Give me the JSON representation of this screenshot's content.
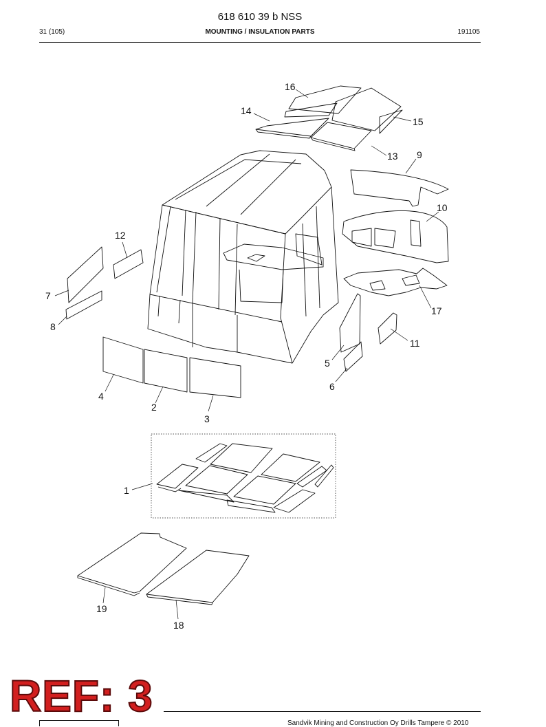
{
  "header": {
    "doc_title": "618 610 39 b NSS",
    "page": "31 (105)",
    "section": "MOUNTING / INSULATION PARTS",
    "code": "191105"
  },
  "stamp": {
    "text": "REF: 3"
  },
  "footer": {
    "copyright": "Sandvik Mining and Construction Oy Drills Tampere © 2010"
  },
  "callouts": {
    "c1": "1",
    "c2": "2",
    "c3": "3",
    "c4": "4",
    "c5": "5",
    "c6": "6",
    "c7": "7",
    "c8": "8",
    "c9": "9",
    "c10": "10",
    "c11": "11",
    "c12": "12",
    "c13": "13",
    "c14": "14",
    "c15": "15",
    "c16": "16",
    "c17": "17",
    "c18": "18",
    "c19": "19"
  },
  "colors": {
    "stamp_red": "#d21f1f",
    "ink": "#111111"
  }
}
